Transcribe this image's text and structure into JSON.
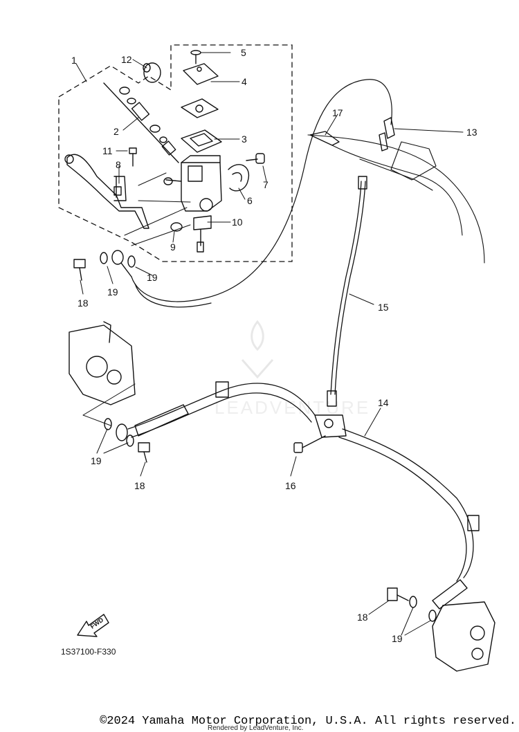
{
  "diagram": {
    "part_number": "1S37100-F330",
    "fwd_label": "FWD",
    "callouts": [
      {
        "id": "c1",
        "label": "1"
      },
      {
        "id": "c2",
        "label": "2"
      },
      {
        "id": "c3",
        "label": "3"
      },
      {
        "id": "c4",
        "label": "4"
      },
      {
        "id": "c5",
        "label": "5"
      },
      {
        "id": "c6",
        "label": "6"
      },
      {
        "id": "c7",
        "label": "7"
      },
      {
        "id": "c8",
        "label": "8"
      },
      {
        "id": "c9",
        "label": "9"
      },
      {
        "id": "c10",
        "label": "10"
      },
      {
        "id": "c11",
        "label": "11"
      },
      {
        "id": "c12",
        "label": "12"
      },
      {
        "id": "c13",
        "label": "13"
      },
      {
        "id": "c14",
        "label": "14"
      },
      {
        "id": "c15",
        "label": "15"
      },
      {
        "id": "c16",
        "label": "16"
      },
      {
        "id": "c17",
        "label": "17"
      },
      {
        "id": "c18a",
        "label": "18"
      },
      {
        "id": "c18b",
        "label": "18"
      },
      {
        "id": "c18c",
        "label": "18"
      },
      {
        "id": "c19a",
        "label": "19"
      },
      {
        "id": "c19b",
        "label": "19"
      },
      {
        "id": "c19c",
        "label": "19"
      },
      {
        "id": "c19d",
        "label": "19"
      }
    ],
    "line_color": "#111111",
    "watermark_color": "#cfcfcf"
  },
  "footer": {
    "copyright": "©2024 Yamaha Motor Corporation, U.S.A. All rights reserved.",
    "rendered_by": "Rendered by LeadVenture, Inc."
  }
}
